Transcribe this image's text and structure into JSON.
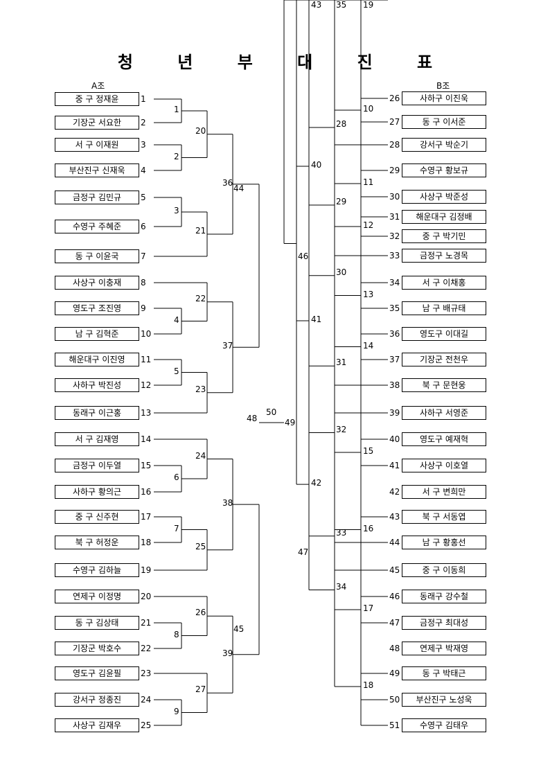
{
  "title": "청 년 부 대 진 표",
  "groupA": "A조",
  "groupB": "B조",
  "teamsA": [
    {
      "seed": "1",
      "name": "중  구 정재윤"
    },
    {
      "seed": "2",
      "name": "기장군 서요한"
    },
    {
      "seed": "3",
      "name": "서  구 이재원"
    },
    {
      "seed": "4",
      "name": "부산진구 신재욱"
    },
    {
      "seed": "5",
      "name": "금정구 김민규"
    },
    {
      "seed": "6",
      "name": "수영구 주혜준"
    },
    {
      "seed": "7",
      "name": "동  구 이윤국"
    },
    {
      "seed": "8",
      "name": "사상구 이충재"
    },
    {
      "seed": "9",
      "name": "영도구 조진영"
    },
    {
      "seed": "10",
      "name": "남  구 김혁준"
    },
    {
      "seed": "11",
      "name": "해운대구 이진영"
    },
    {
      "seed": "12",
      "name": "사하구 박진성"
    },
    {
      "seed": "13",
      "name": "동래구 이근홍"
    },
    {
      "seed": "14",
      "name": "서  구 김재영"
    },
    {
      "seed": "15",
      "name": "금정구 이두열"
    },
    {
      "seed": "16",
      "name": "사하구 황의근"
    },
    {
      "seed": "17",
      "name": "중  구 신주현"
    },
    {
      "seed": "18",
      "name": "북  구 허정운"
    },
    {
      "seed": "19",
      "name": "수영구 김하늘"
    },
    {
      "seed": "20",
      "name": "연제구 이정명"
    },
    {
      "seed": "21",
      "name": "동  구 김상태"
    },
    {
      "seed": "22",
      "name": "기장군 박호수"
    },
    {
      "seed": "23",
      "name": "영도구 김윤필"
    },
    {
      "seed": "24",
      "name": "강서구 정종진"
    },
    {
      "seed": "25",
      "name": "사상구 김재우"
    }
  ],
  "teamsB": [
    {
      "seed": "26",
      "name": "사하구 이진욱"
    },
    {
      "seed": "27",
      "name": "동  구 이서준"
    },
    {
      "seed": "28",
      "name": "강서구 박순기"
    },
    {
      "seed": "29",
      "name": "수영구 황보규"
    },
    {
      "seed": "30",
      "name": "사상구 박준성"
    },
    {
      "seed": "31",
      "name": "해운대구 김정배"
    },
    {
      "seed": "32",
      "name": "중  구 박기민"
    },
    {
      "seed": "33",
      "name": "금정구 노경목"
    },
    {
      "seed": "34",
      "name": "서  구 이채홍"
    },
    {
      "seed": "35",
      "name": "남  구 배규태"
    },
    {
      "seed": "36",
      "name": "영도구 이대길"
    },
    {
      "seed": "37",
      "name": "기장군 전천우"
    },
    {
      "seed": "38",
      "name": "북  구 문현웅"
    },
    {
      "seed": "39",
      "name": "사하구 서영준"
    },
    {
      "seed": "40",
      "name": "영도구 예재혁"
    },
    {
      "seed": "41",
      "name": "사상구 이호열"
    },
    {
      "seed": "42",
      "name": "서  구 변희만"
    },
    {
      "seed": "43",
      "name": "북  구 서동엽"
    },
    {
      "seed": "44",
      "name": "남  구 황홍선"
    },
    {
      "seed": "45",
      "name": "중  구 이동희"
    },
    {
      "seed": "46",
      "name": "동래구 강수철"
    },
    {
      "seed": "47",
      "name": "금정구 최대성"
    },
    {
      "seed": "48",
      "name": "연제구 박재영"
    },
    {
      "seed": "49",
      "name": "동  구 박태근"
    },
    {
      "seed": "50",
      "name": "부산진구 노성욱"
    },
    {
      "seed": "51",
      "name": "수영구 김태우"
    }
  ],
  "matchLabels": [
    "1",
    "2",
    "3",
    "4",
    "5",
    "6",
    "7",
    "8",
    "9",
    "10",
    "11",
    "12",
    "13",
    "14",
    "15",
    "16",
    "17",
    "18",
    "19",
    "20",
    "21",
    "22",
    "23",
    "24",
    "25",
    "26",
    "27",
    "28",
    "29",
    "30",
    "31",
    "32",
    "33",
    "34",
    "35",
    "36",
    "37",
    "38",
    "39",
    "40",
    "41",
    "42",
    "43",
    "44",
    "45",
    "46",
    "47",
    "48",
    "49",
    "50"
  ]
}
